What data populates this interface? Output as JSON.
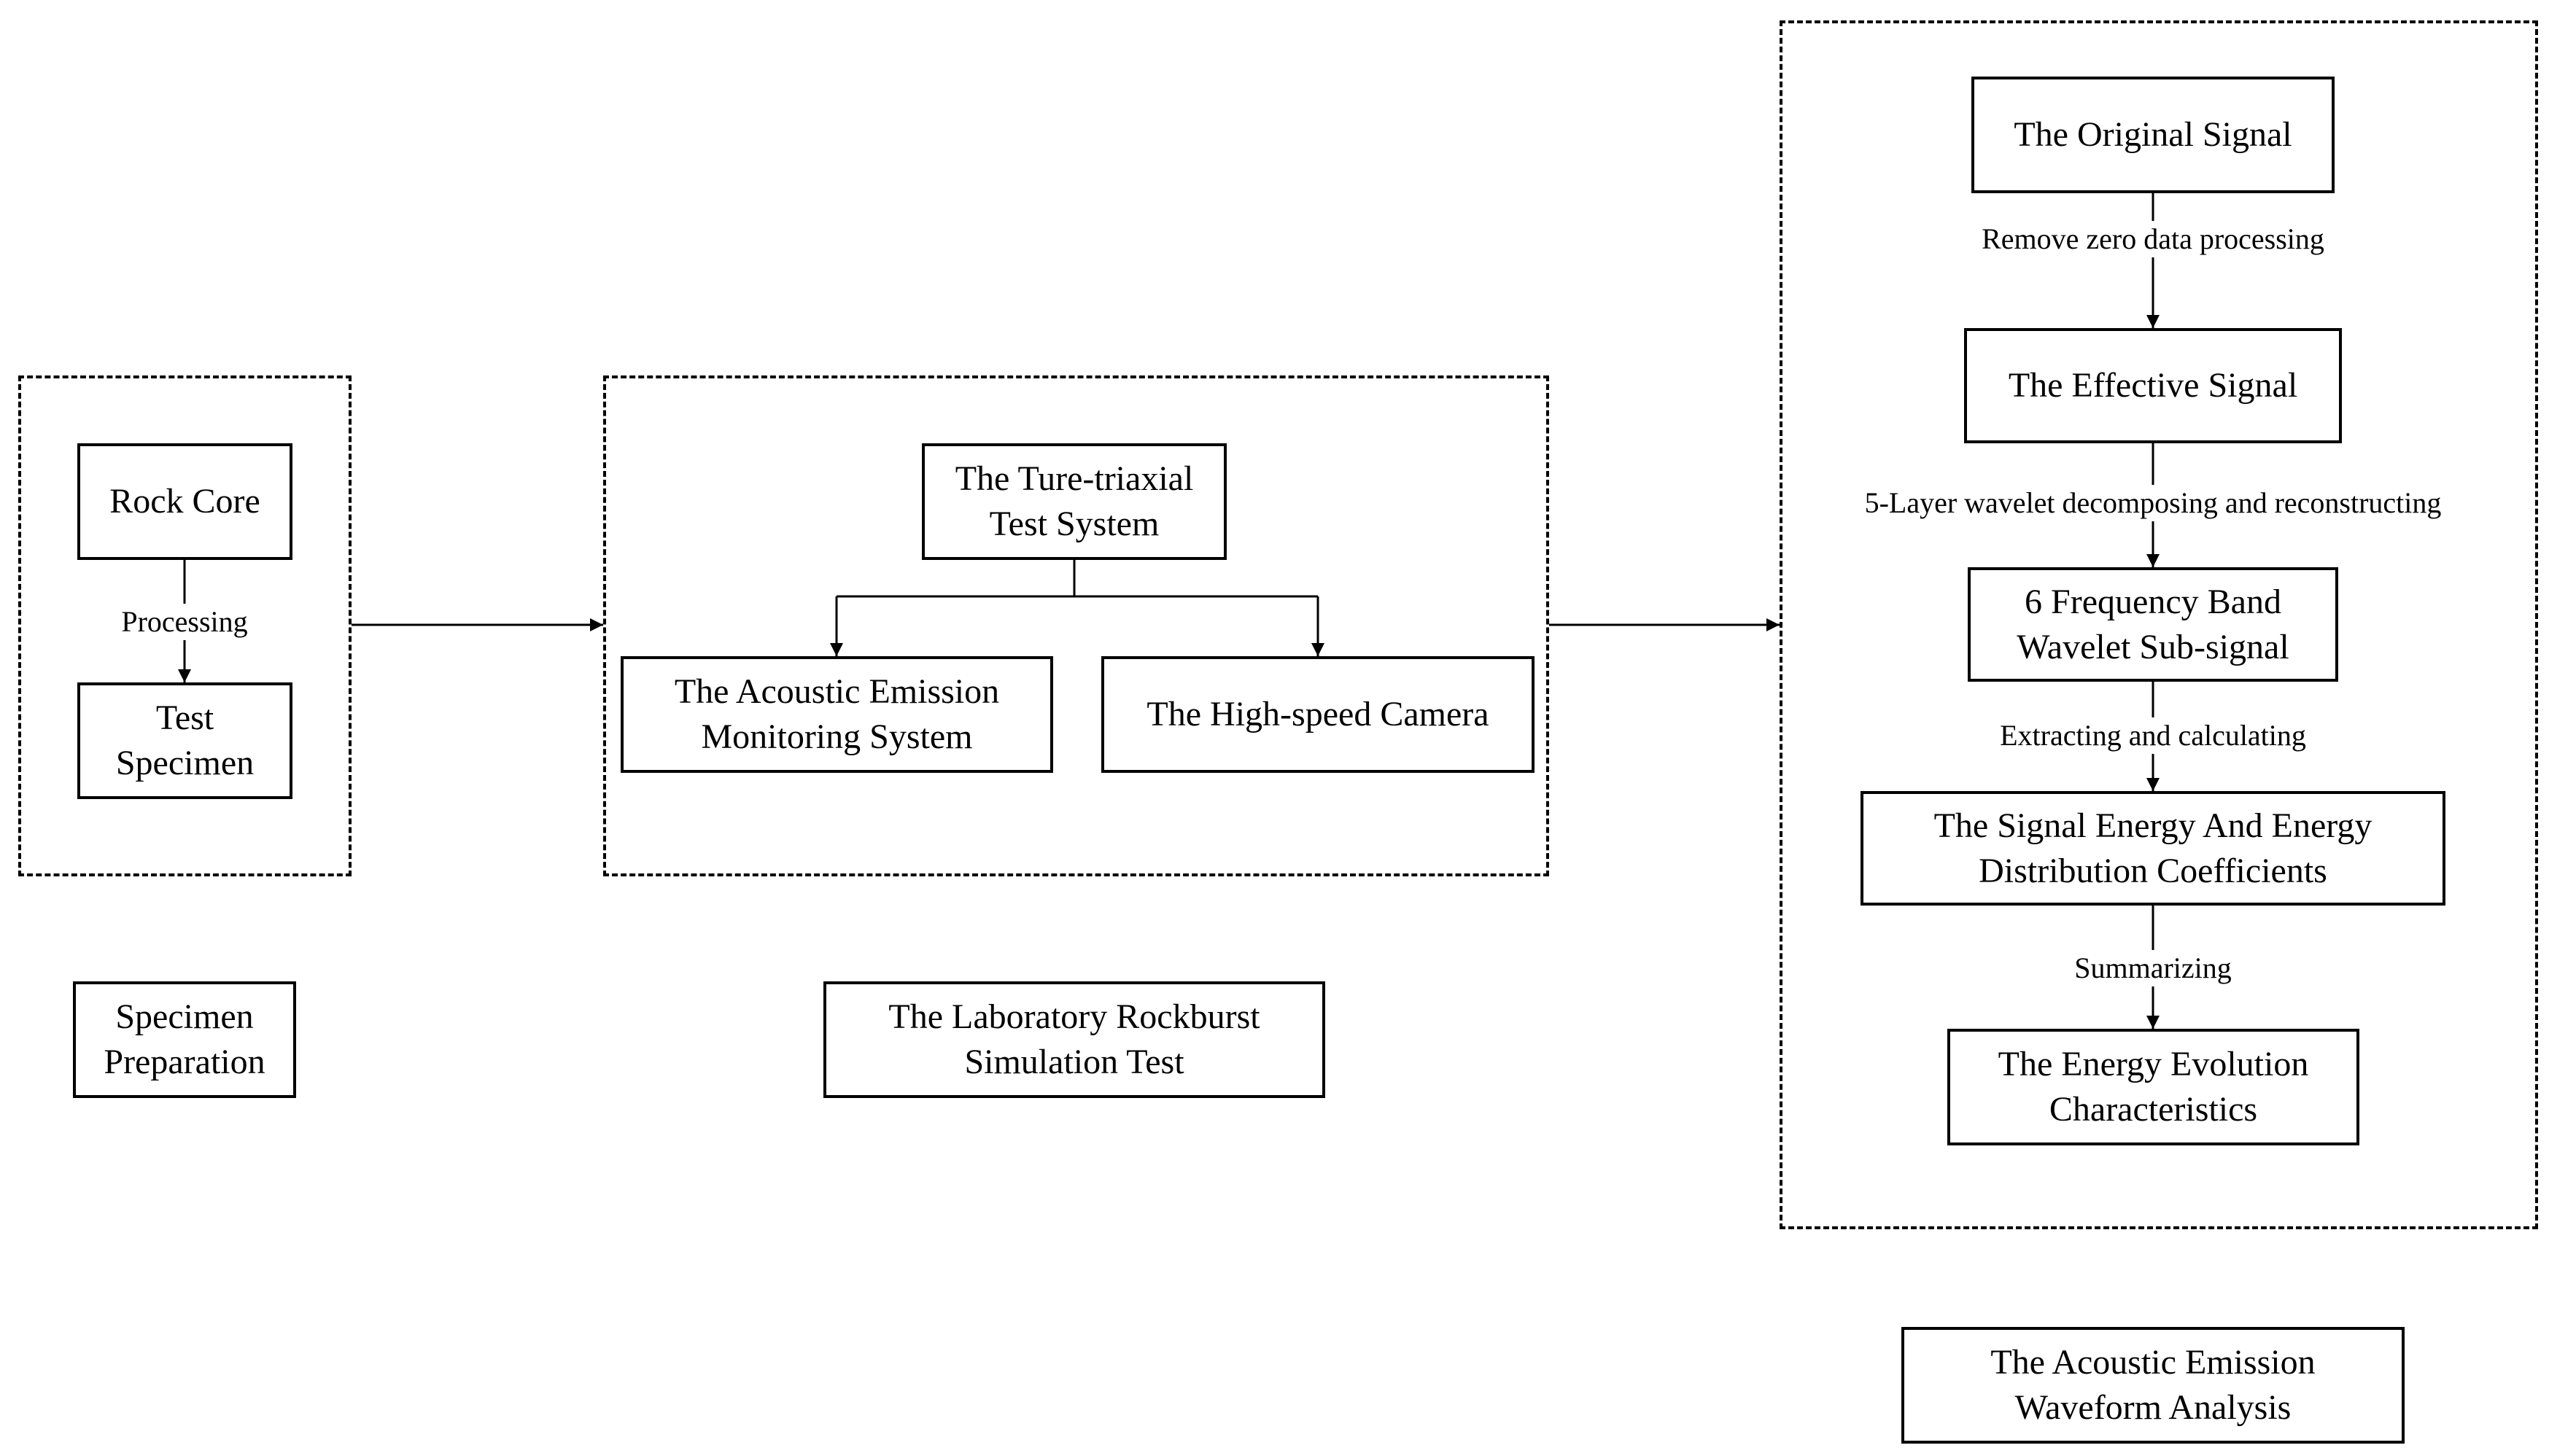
{
  "groups": {
    "prep": {
      "caption": "Specimen\nPreparation",
      "rock_core": "Rock Core",
      "processing": "Processing",
      "test_specimen": "Test\nSpecimen"
    },
    "sim": {
      "caption": "The Laboratory Rockburst\nSimulation Test",
      "triaxial": "The Ture-triaxial\nTest System",
      "acoustic": "The Acoustic Emission\nMonitoring System",
      "camera": "The High-speed Camera"
    },
    "analysis": {
      "caption": "The Acoustic Emission\nWaveform Analysis",
      "original": "The Original Signal",
      "remove_zero": "Remove zero data processing",
      "effective": "The Effective Signal",
      "wavelet_step": "5-Layer wavelet decomposing and reconstructing",
      "subsignal": "6 Frequency Band\nWavelet Sub-signal",
      "extracting": "Extracting and calculating",
      "energy": "The Signal Energy And Energy\nDistribution Coefficients",
      "summarizing": "Summarizing",
      "evolution": "The Energy Evolution\nCharacteristics"
    }
  }
}
